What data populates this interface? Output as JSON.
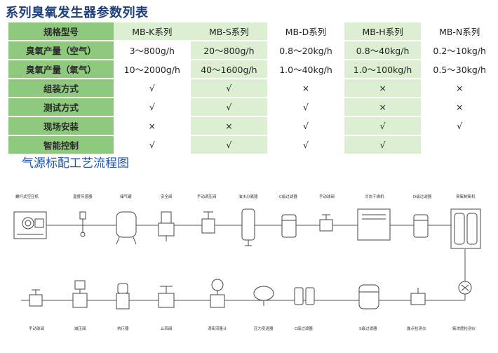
{
  "title": "系列臭氧发生器参数列表",
  "table": {
    "header": [
      "规格型号",
      "MB-K系列",
      "MB-S系列",
      "MB-D系列",
      "MB-H系列",
      "MB-N系列"
    ],
    "rows": [
      [
        "臭氧产量（空气）",
        "3～800g/h",
        "20～800g/h",
        "0.8～20kg/h",
        "0.8～40kg/h",
        "0.2～10kg/h"
      ],
      [
        "臭氧产量（氧气）",
        "10～2000g/h",
        "40～1600g/h",
        "1.0～40kg/h",
        "1.0～100kg/h",
        "0.5～30kg/h"
      ],
      [
        "组装方式",
        "√",
        "√",
        "×",
        "×",
        "×"
      ],
      [
        "测试方式",
        "√",
        "√",
        "√",
        "×",
        "×"
      ],
      [
        "现场安装",
        "×",
        "×",
        "√",
        "√",
        "√"
      ],
      [
        "智能控制",
        "√",
        "√",
        "√",
        "√",
        ""
      ]
    ]
  },
  "flow": {
    "title": "气源标配工艺流程图",
    "top_labels": [
      "螺杆式空压机",
      "温度传感器",
      "储气罐",
      "安全阀",
      "手动调压阀",
      "油水分离器",
      "C级过滤器",
      "手动球阀",
      "冷冻干燥机",
      "D级过滤器",
      "臭氧制氧机"
    ],
    "bottom_labels": [
      "手动球阀",
      "减压阀",
      "执行器",
      "止回阀",
      "涡街流量计",
      "压力变送器",
      "C级过滤器",
      "S级过滤器",
      "露点检测仪",
      "氧浓度检测仪"
    ]
  }
}
